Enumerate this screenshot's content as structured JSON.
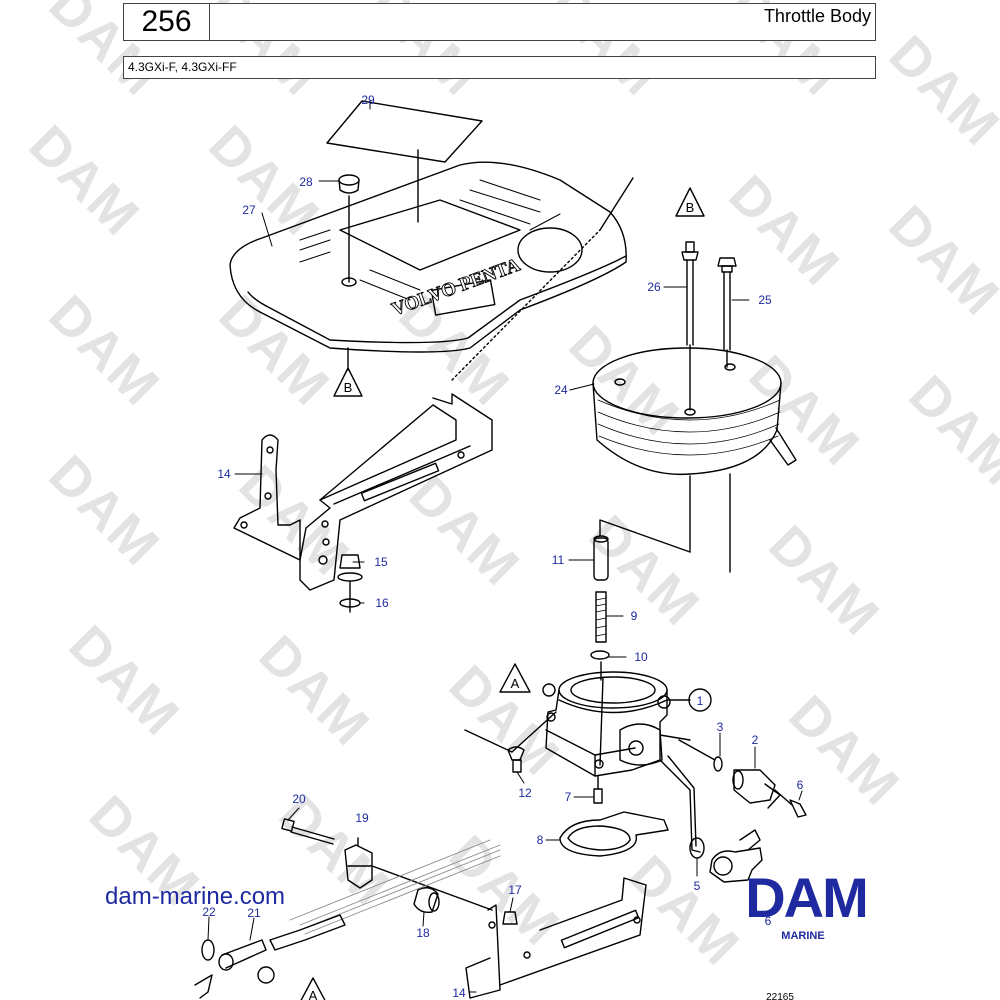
{
  "header": {
    "page_number": "256",
    "title": "Throttle Body",
    "models": "4.3GXi-F, 4.3GXi-FF"
  },
  "watermark": "DAM",
  "brand": {
    "logo": "DAM",
    "tagline": "MARINE",
    "website": "dam-marine.com",
    "color": "#1f2aa0"
  },
  "cover_text": "VOLVO PENTA",
  "callouts": {
    "c1": "1",
    "c2": "2",
    "c3": "3",
    "c5": "5",
    "c6a": "6",
    "c6b": "6",
    "c7": "7",
    "c8": "8",
    "c9": "9",
    "c10": "10",
    "c11": "11",
    "c12": "12",
    "c14a": "14",
    "c14b": "14",
    "c15": "15",
    "c16": "16",
    "c17": "17",
    "c18": "18",
    "c19": "19",
    "c20": "20",
    "c21": "21",
    "c22": "22",
    "c24": "24",
    "c25": "25",
    "c26": "26",
    "c27": "27",
    "c28": "28",
    "c29": "29"
  },
  "refs": {
    "A1": "A",
    "A2": "A",
    "B1": "B",
    "B2": "B"
  },
  "drawing_number": "22165"
}
